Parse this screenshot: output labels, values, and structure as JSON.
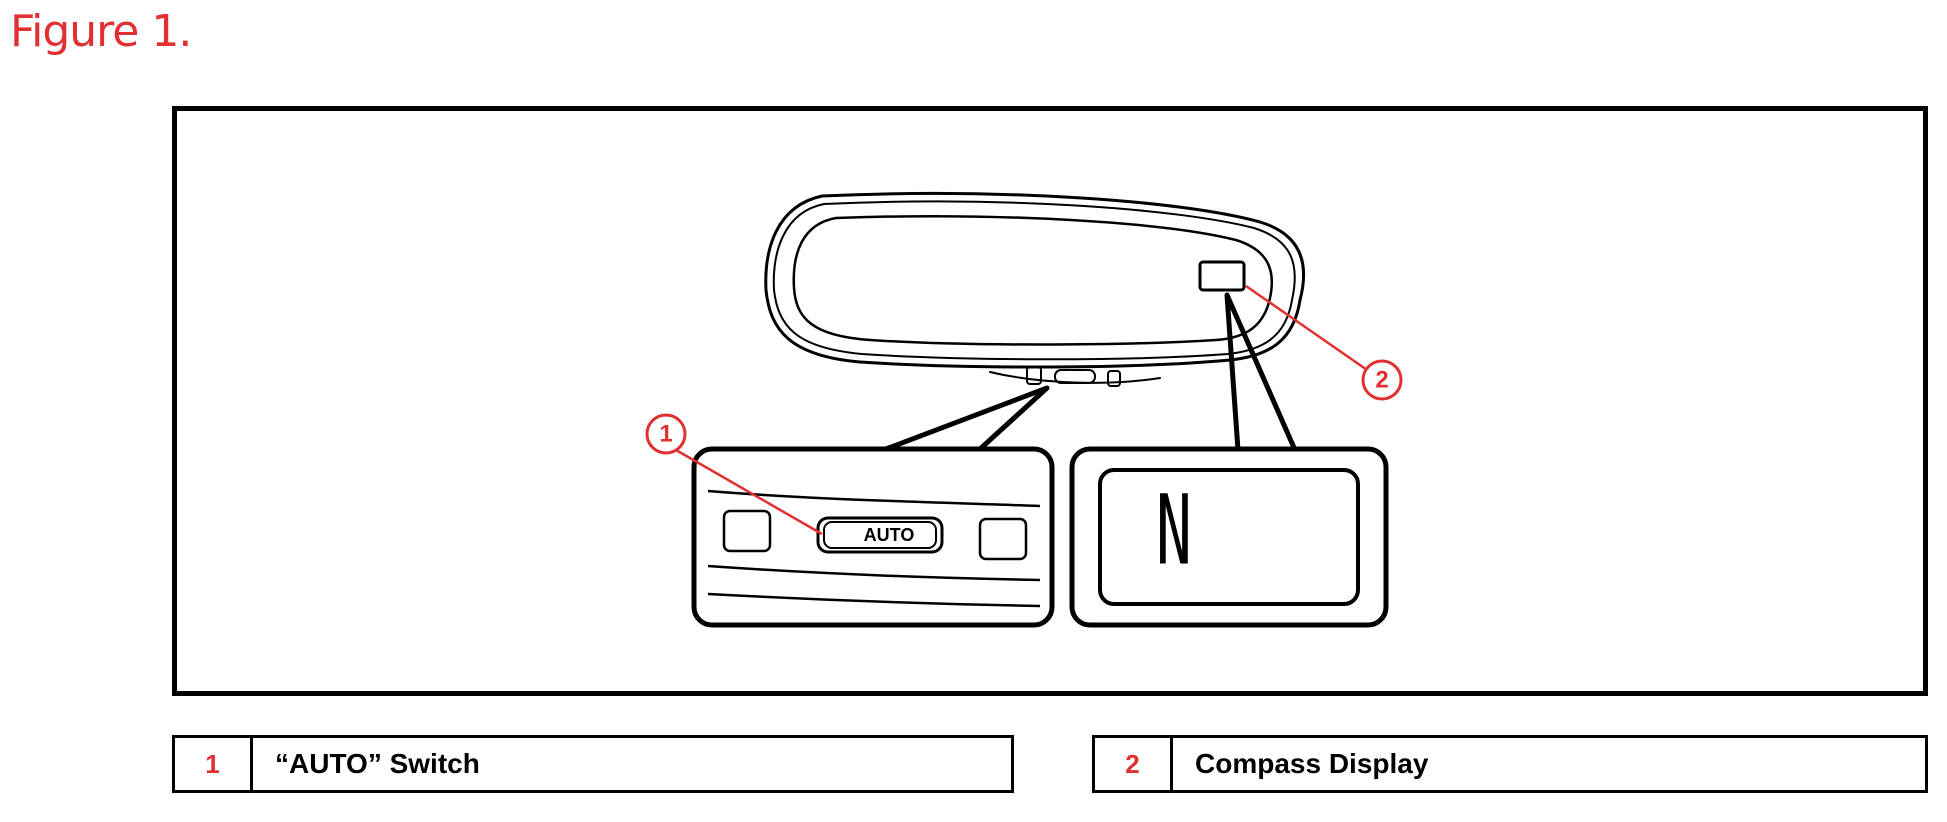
{
  "figure_title": "Figure 1.",
  "callouts": [
    {
      "number": "1",
      "label": "“AUTO” Switch"
    },
    {
      "number": "2",
      "label": "Compass Display"
    }
  ],
  "switch_text": "AUTO",
  "compass_letter": "N",
  "colors": {
    "accent": "#e03031",
    "line": "#000000",
    "background": "#ffffff"
  }
}
